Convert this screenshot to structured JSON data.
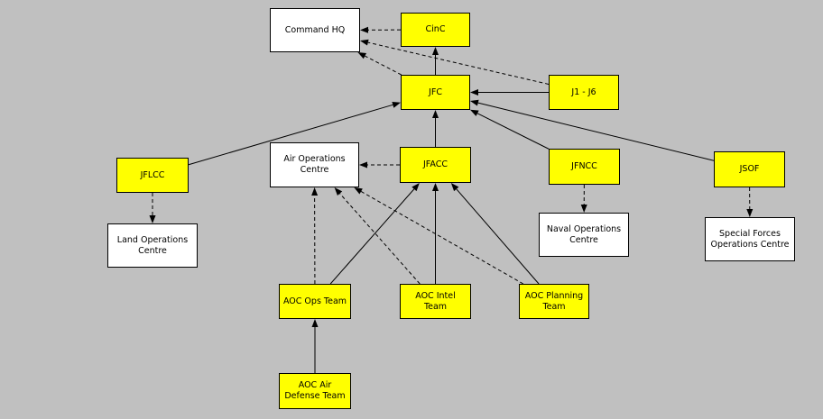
{
  "colors": {
    "background": "#c0c0c0",
    "team_fill": "#ffff00",
    "centre_fill": "#ffffff",
    "line": "#000000"
  },
  "nodes": {
    "command_hq": "Command HQ",
    "cinc": "CinC",
    "jfc": "JFC",
    "j1_j6": "J1 - J6",
    "jflcc": "JFLCC",
    "air_ops_centre": "Air Operations\nCentre",
    "jfacc": "JFACC",
    "jfncc": "JFNCC",
    "jsof": "JSOF",
    "land_ops_centre": "Land Operations\nCentre",
    "naval_ops_centre": "Naval Operations\nCentre",
    "sf_ops_centre": "Special Forces\nOperations Centre",
    "aoc_ops_team": "AOC Ops Team",
    "aoc_intel_team": "AOC Intel\nTeam",
    "aoc_planning_team": "AOC Planning\nTeam",
    "aoc_air_defense_team": "AOC Air\nDefense Team"
  },
  "edges": [
    {
      "from": "cinc",
      "to": "command_hq",
      "style": "dashed"
    },
    {
      "from": "jfc",
      "to": "cinc",
      "style": "solid"
    },
    {
      "from": "jfc",
      "to": "command_hq",
      "style": "dashed"
    },
    {
      "from": "j1_j6",
      "to": "command_hq",
      "style": "dashed"
    },
    {
      "from": "j1_j6",
      "to": "jfc",
      "style": "solid"
    },
    {
      "from": "jflcc",
      "to": "jfc",
      "style": "solid"
    },
    {
      "from": "jfacc",
      "to": "jfc",
      "style": "solid"
    },
    {
      "from": "jfncc",
      "to": "jfc",
      "style": "solid"
    },
    {
      "from": "jsof",
      "to": "jfc",
      "style": "solid"
    },
    {
      "from": "jfacc",
      "to": "air_ops_centre",
      "style": "dashed"
    },
    {
      "from": "jflcc",
      "to": "land_ops_centre",
      "style": "dashed"
    },
    {
      "from": "jfncc",
      "to": "naval_ops_centre",
      "style": "dashed"
    },
    {
      "from": "jsof",
      "to": "sf_ops_centre",
      "style": "dashed"
    },
    {
      "from": "aoc_ops_team",
      "to": "air_ops_centre",
      "style": "dashed"
    },
    {
      "from": "aoc_intel_team",
      "to": "air_ops_centre",
      "style": "dashed"
    },
    {
      "from": "aoc_planning_team",
      "to": "air_ops_centre",
      "style": "dashed"
    },
    {
      "from": "aoc_ops_team",
      "to": "jfacc",
      "style": "solid"
    },
    {
      "from": "aoc_intel_team",
      "to": "jfacc",
      "style": "solid"
    },
    {
      "from": "aoc_planning_team",
      "to": "jfacc",
      "style": "solid"
    },
    {
      "from": "aoc_air_defense_team",
      "to": "aoc_ops_team",
      "style": "solid"
    }
  ]
}
